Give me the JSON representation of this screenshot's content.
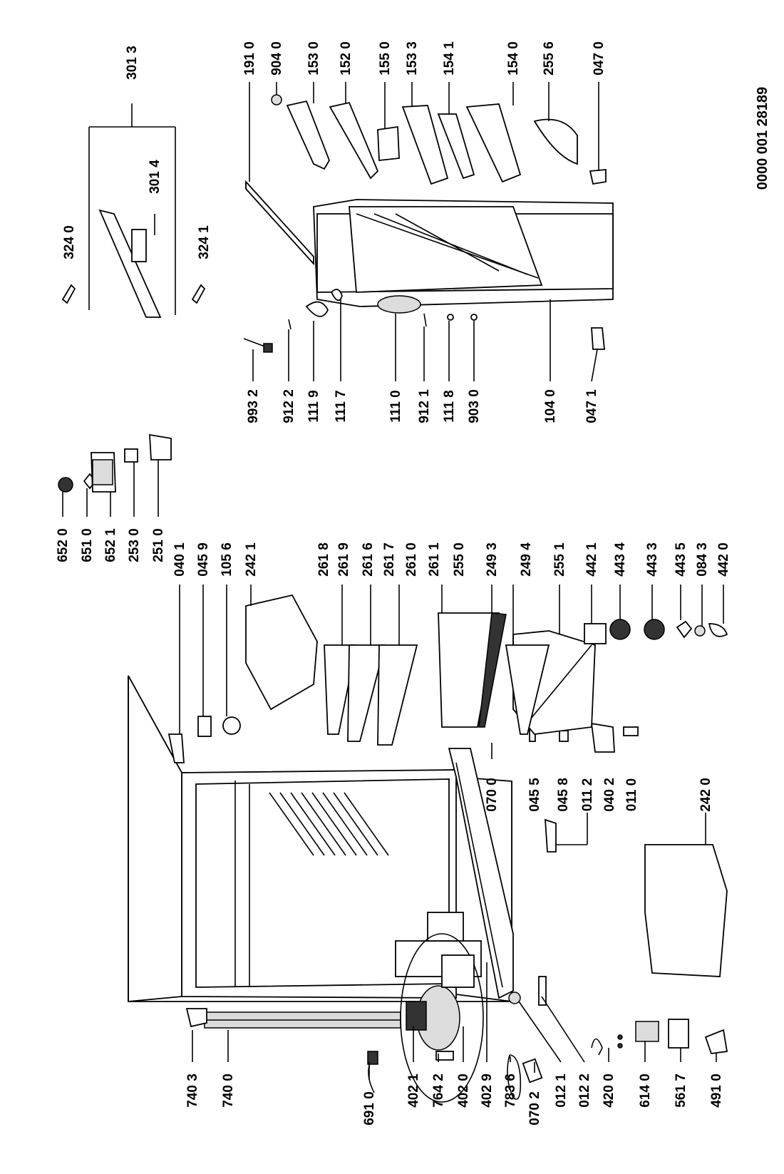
{
  "document_ref": "0000 001 28189",
  "labels": {
    "l_7403": "740 3",
    "l_7400": "740 0",
    "l_6910": "691 0",
    "l_4021": "402 1",
    "l_7642": "764 2",
    "l_4020": "402 0",
    "l_4029": "402 9",
    "l_7836": "783 6",
    "l_0702": "070 2",
    "l_0121": "012 1",
    "l_0122": "012 2",
    "l_4200": "420 0",
    "l_6140": "614 0",
    "l_5617": "561 7",
    "l_4910": "491 0",
    "l_0700": "070 0",
    "l_0455": "045 5",
    "l_0458": "045 8",
    "l_0112": "011 2",
    "l_0402": "040 2",
    "l_0110": "011 0",
    "l_2420": "242 0",
    "l_0401": "040 1",
    "l_0459": "045 9",
    "l_1056": "105 6",
    "l_2421": "242 1",
    "l_2618": "261 8",
    "l_2619": "261 9",
    "l_2616": "261 6",
    "l_2617": "261 7",
    "l_2610": "261 0",
    "l_2611": "261 1",
    "l_2550": "255 0",
    "l_2493": "249 3",
    "l_2494": "249 4",
    "l_2551": "255 1",
    "l_4421": "442 1",
    "l_4434": "443 4",
    "l_4433": "443 3",
    "l_4435": "443 5",
    "l_0843": "084 3",
    "l_4420": "442 0",
    "l_6520": "652 0",
    "l_6510": "651 0",
    "l_6521": "652 1",
    "l_2530": "253 0",
    "l_2510": "251 0",
    "l_9932": "993 2",
    "l_9122": "912 2",
    "l_1119": "111 9",
    "l_1117": "111 7",
    "l_1110": "111 0",
    "l_9121": "912 1",
    "l_1118": "111 8",
    "l_9030": "903 0",
    "l_1040": "104 0",
    "l_0471": "047 1",
    "l_3240": "324 0",
    "l_3241": "324 1",
    "l_3013": "301 3",
    "l_3014": "301 4",
    "l_1910": "191 0",
    "l_9040": "904 0",
    "l_1530": "153 0",
    "l_1520": "152 0",
    "l_1550": "155 0",
    "l_1533": "153 3",
    "l_1541": "154 1",
    "l_1540": "154 0",
    "l_2556": "255 6",
    "l_0470": "047 0"
  }
}
